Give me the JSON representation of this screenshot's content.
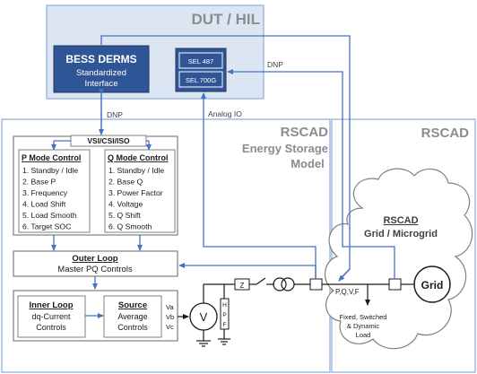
{
  "dut": {
    "title": "DUT / HIL",
    "bess_title": "BESS DERMS",
    "bess_sub1": "Standardized",
    "bess_sub2": "Interface",
    "sel_a": "SEL 487",
    "sel_b": "SEL 700G"
  },
  "labels": {
    "dnp_right": "DNP",
    "dnp_left": "DNP",
    "analog_io": "Analog IO",
    "vsi": "VSI/CSI/ISO",
    "pqvf": "P,Q,V,F",
    "z": "Z",
    "hpf": "H P F"
  },
  "rscad_storage": {
    "title": "RSCAD",
    "line1": "Energy Storage",
    "line2": "Model"
  },
  "rscad_grid_header": "RSCAD",
  "p_mode": {
    "title": "P Mode Control",
    "items": [
      "1. Standby / Idle",
      "2. Base P",
      "3. Frequency",
      "4. Load Shift",
      "5. Load Smooth",
      "6. Target SOC"
    ]
  },
  "q_mode": {
    "title": "Q Mode Control",
    "items": [
      "1. Standby / Idle",
      "2. Base Q",
      "3. Power Factor",
      "4. Voltage",
      "5. Q Shift",
      "6. Q Smooth"
    ]
  },
  "outer_loop": {
    "title": "Outer Loop",
    "sub": "Master PQ Controls"
  },
  "inner_loop": {
    "title": "Inner Loop",
    "sub1": "dq-Current",
    "sub2": "Controls"
  },
  "source": {
    "title": "Source",
    "sub1": "Average",
    "sub2": "Controls"
  },
  "vabc": [
    "Va",
    "Vb",
    "Vc"
  ],
  "v_symbol": "V",
  "grid_cloud": {
    "title": "RSCAD",
    "sub": "Grid / Microgrid"
  },
  "grid_label": "Grid",
  "load": {
    "line1": "Fixed, Switched",
    "line2": "& Dynamic",
    "line3": "Load"
  },
  "colors": {
    "panel": "#dce6f2",
    "panel_border": "#9dbbe3",
    "dark_blue": "#2f5597",
    "arrow": "#4472c4",
    "gray_text": "#8c8c8c"
  }
}
